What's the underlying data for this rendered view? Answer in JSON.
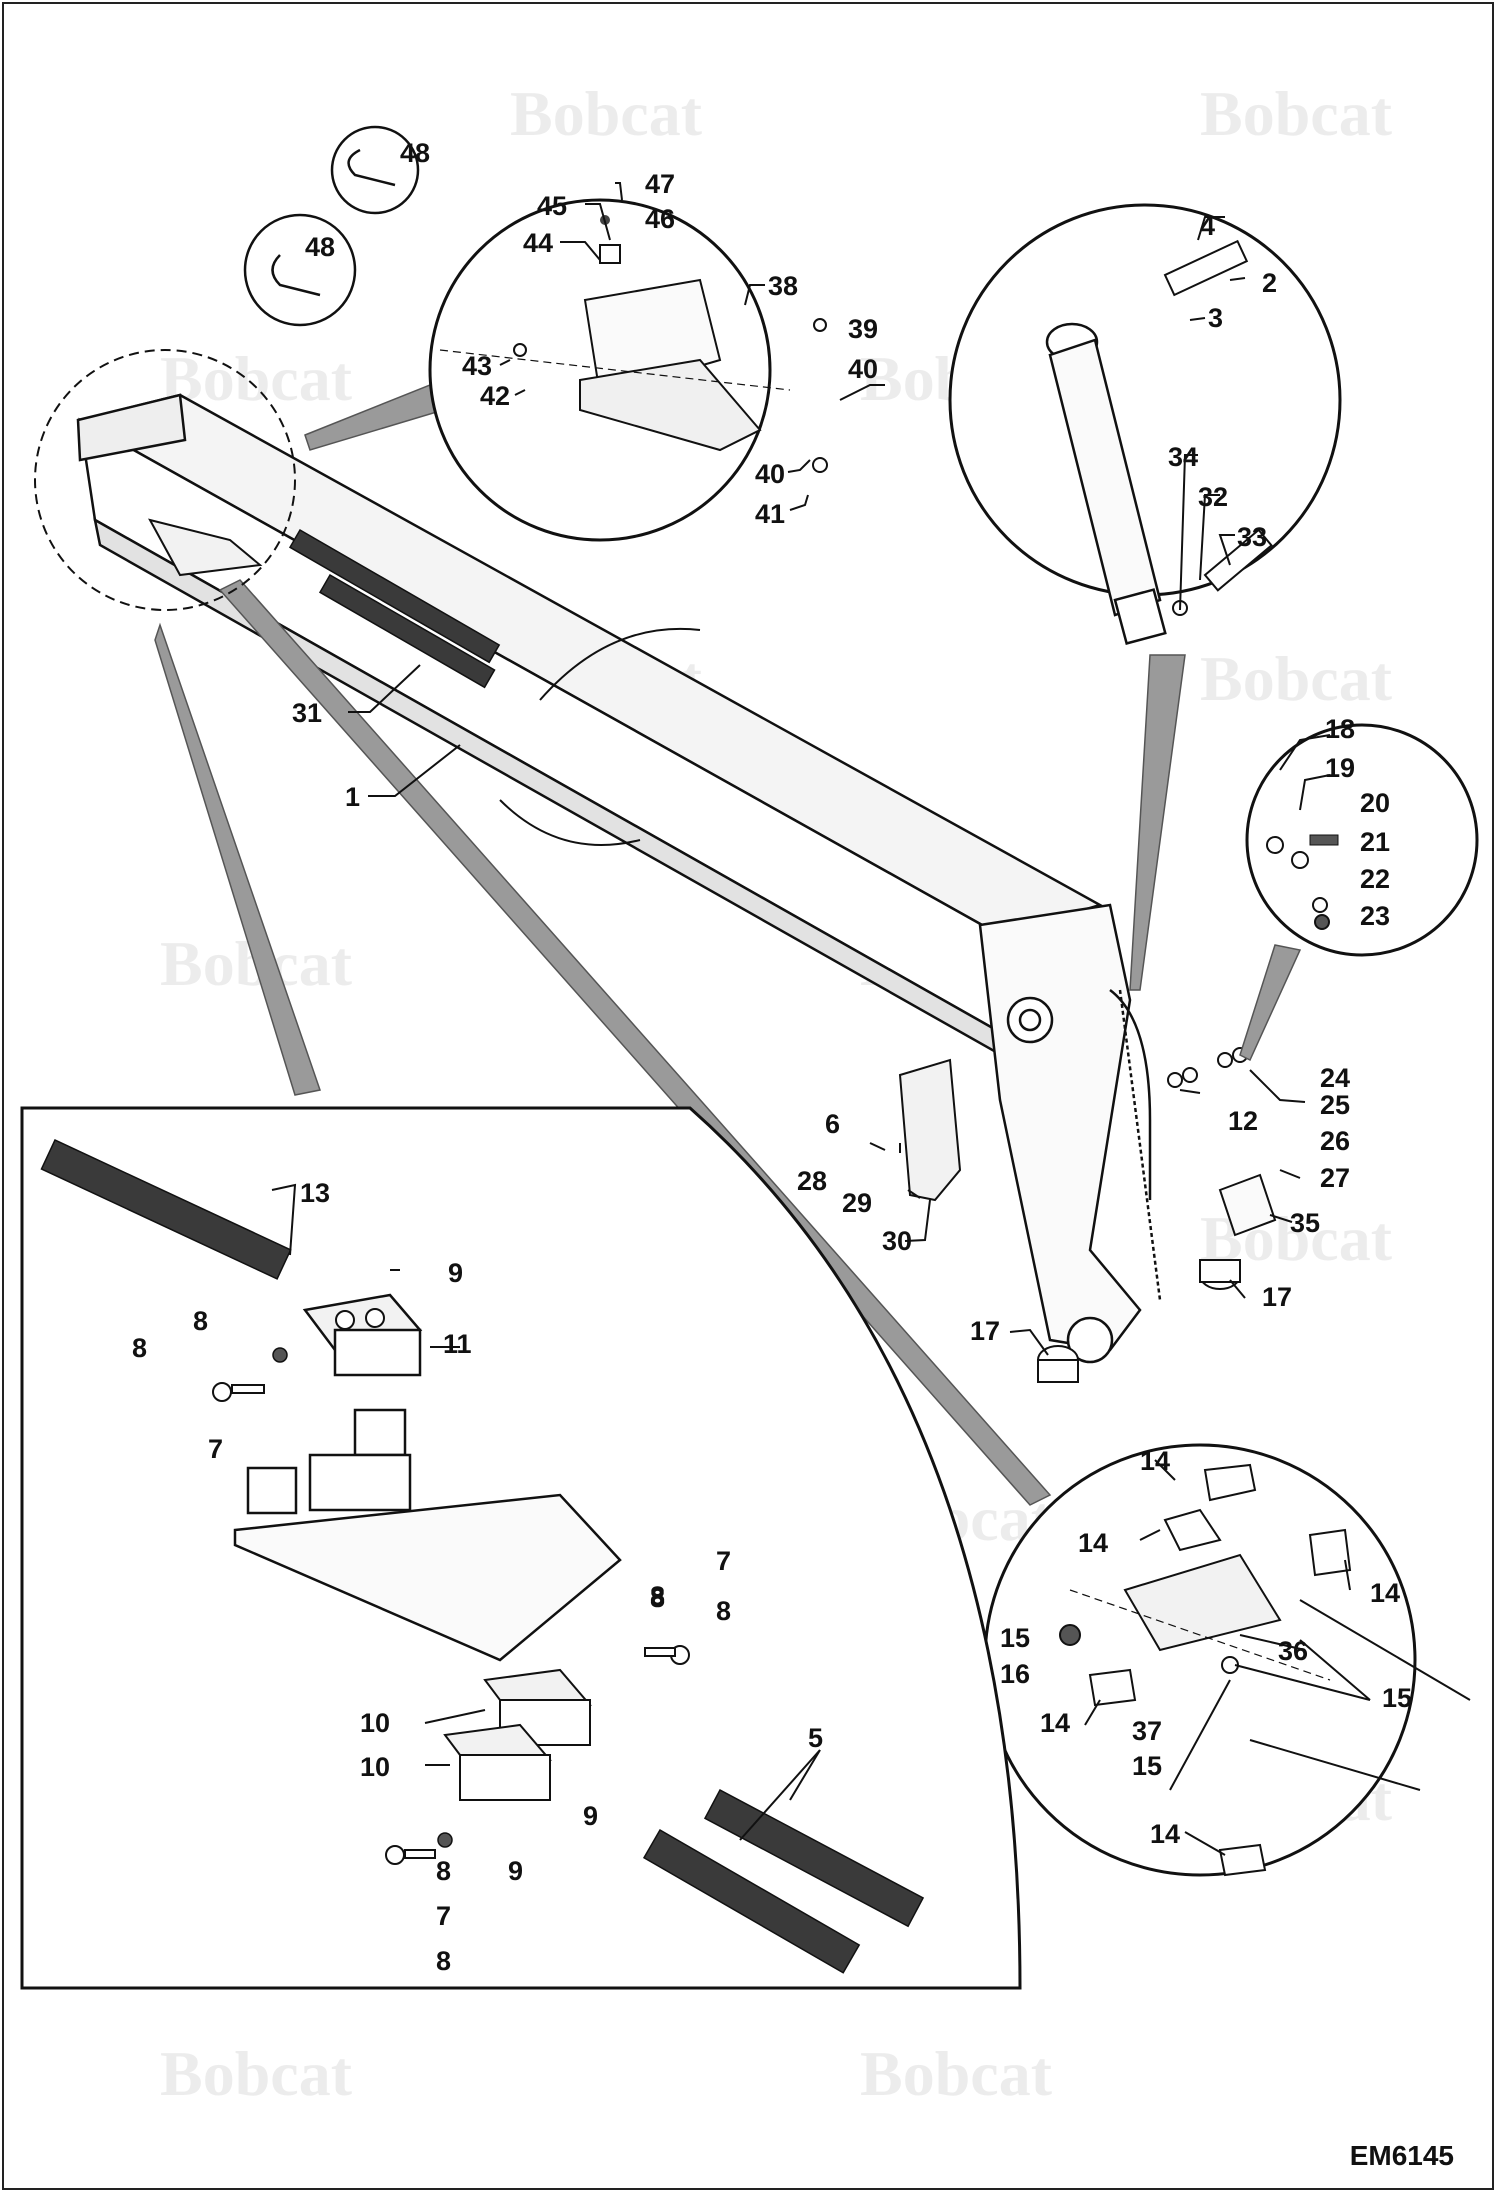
{
  "diagram": {
    "code": "EM6145",
    "watermark": "Bobcat",
    "callouts": {
      "c1": "1",
      "c2": "2",
      "c3": "3",
      "c4": "4",
      "c5": "5",
      "c6": "6",
      "c7a": "7",
      "c7b": "7",
      "c7c": "7",
      "c8a": "8",
      "c8b": "8",
      "c8c": "8",
      "c8d": "8",
      "c8e": "8",
      "c8f": "8",
      "c8g": "8",
      "c9a": "9",
      "c9b": "9",
      "c9c": "9",
      "c10a": "10",
      "c10b": "10",
      "c11": "11",
      "c12": "12",
      "c13": "13",
      "c14a": "14",
      "c14b": "14",
      "c14c": "14",
      "c14d": "14",
      "c14e": "14",
      "c15a": "15",
      "c15b": "15",
      "c15c": "15",
      "c16": "16",
      "c17a": "17",
      "c17b": "17",
      "c18": "18",
      "c19": "19",
      "c20": "20",
      "c21": "21",
      "c22": "22",
      "c23": "23",
      "c24": "24",
      "c25": "25",
      "c26": "26",
      "c27": "27",
      "c28": "28",
      "c29": "29",
      "c30": "30",
      "c31": "31",
      "c32": "32",
      "c33": "33",
      "c34": "34",
      "c35": "35",
      "c36": "36",
      "c37": "37",
      "c38": "38",
      "c39": "39",
      "c40a": "40",
      "c40b": "40",
      "c41": "41",
      "c42": "42",
      "c43": "43",
      "c44": "44",
      "c45": "45",
      "c46": "46",
      "c47": "47",
      "c48a": "48",
      "c48b": "48"
    }
  }
}
